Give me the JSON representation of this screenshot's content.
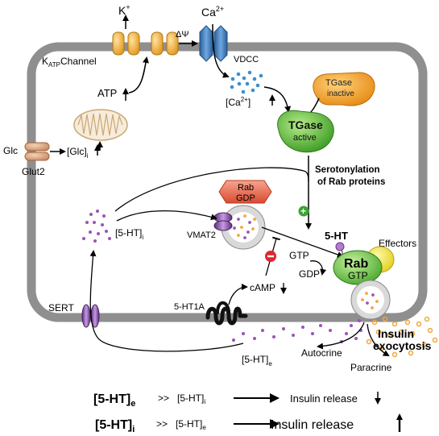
{
  "labels": {
    "k_ion": "K",
    "k_sup": "+",
    "ca_ion": "Ca",
    "ca_sup": "2+",
    "delta_psi": "ΔΨ",
    "katp_k": "K",
    "katp_sub": "ATP",
    "katp_rest": "Channel",
    "vdcc": "VDCC",
    "atp": "ATP",
    "ca_conc": "[Ca",
    "ca_conc_sup": "2+",
    "ca_conc_end": "]",
    "tgase_inactive_line1": "TGase",
    "tgase_inactive_line2": "inactive",
    "tgase_active_line1": "TGase",
    "tgase_active_line2": "active",
    "glc": "Glc",
    "glc_conc": "[Glc]",
    "glc_conc_sub": "i",
    "glut2": "Glut2",
    "serotonylation_line1": "Serotonylation",
    "serotonylation_line2": "of Rab proteins",
    "rab_gdp_line1": "Rab",
    "rab_gdp_line2": "GDP",
    "vmat2": "VMAT2",
    "serotonin_i": "[5-HT]",
    "serotonin_i_sub": "i",
    "five_ht": "5-HT",
    "effectors": "Effectors",
    "gtp": "GTP",
    "gdp": "GDP",
    "rab_gtp_line1": "Rab",
    "rab_gtp_line2": "GTP",
    "camp": "cAMP",
    "sert": "SERT",
    "five_ht1a": "5-HT1A",
    "insulin_exocytosis_line1": "Insulin",
    "insulin_exocytosis_line2": "exocytosis",
    "serotonin_e": "[5-HT]",
    "serotonin_e_sub": "e",
    "autocrine": "Autocrine",
    "paracrine": "Paracrine",
    "plus_sign": "+",
    "minus_sign": "−"
  },
  "summary": {
    "row1": {
      "lhs": "[5-HT]",
      "lhs_sub": "e",
      "op": ">>",
      "rhs": "[5-HT]",
      "rhs_sub": "i",
      "result": "Insulin release"
    },
    "row2": {
      "lhs": "[5-HT]",
      "lhs_sub": "i",
      "op": ">>",
      "rhs": "[5-HT]",
      "rhs_sub": "e",
      "result": "Insulin release"
    }
  },
  "colors": {
    "cell_border": "#8a8a8a",
    "channel_orange": "#f2b233",
    "vdcc_blue": "#3f7fc0",
    "calcium_blue": "#2f86c8",
    "tgase_inactive": "#f2a52c",
    "tgase_active": "#58b838",
    "serotonin_purple": "#9a55b5",
    "vmat2_purple": "#7d4e9d",
    "rab_gdp_red": "#e96a4f",
    "effector_yellow": "#f4e64c",
    "insulin_orange": "#f0a73a",
    "mito": "#c9a876",
    "glut2": "#d9a07e",
    "plus_green": "#3aa335",
    "minus_red": "#e0262e"
  }
}
